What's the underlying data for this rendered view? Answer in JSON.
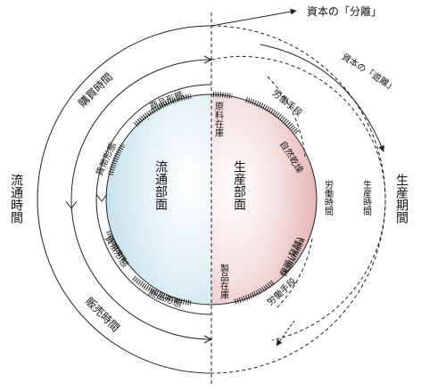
{
  "labels": {
    "capital_bunri": "資本の「分離」",
    "capital_yuri": "資本の「遊離」",
    "ryutsu_jikan": "流通時間",
    "seisan_kikan": "生産期間",
    "ryutsu_bumon": "流通部面",
    "seisan_bumon": "生産部面",
    "kaiire_jikan": "購買時間",
    "hanbai_jikan": "販売時間",
    "shohin_keitai_top": "商品形態",
    "shohin_keitai_bottom": "商品形態",
    "kahei_keitai_top": "貨幣形態",
    "kahei_keitai_bottom": "貨幣形態",
    "genryo_zaiko": "原料在庫",
    "seihin_zaiko": "製品在庫",
    "rodo_tankan_top": "労働手段",
    "rodo_tankan_bottom": "労働手段",
    "shizen_kanso": "自然乾燥",
    "rodo_jikan": "労働時間",
    "seisan_jikan": "生産時間",
    "hokan_hakko": "保管(発酵)"
  },
  "colors": {
    "left_fill": "#bfe0ec",
    "right_fill": "#e8b0b0",
    "line": "#222222"
  }
}
